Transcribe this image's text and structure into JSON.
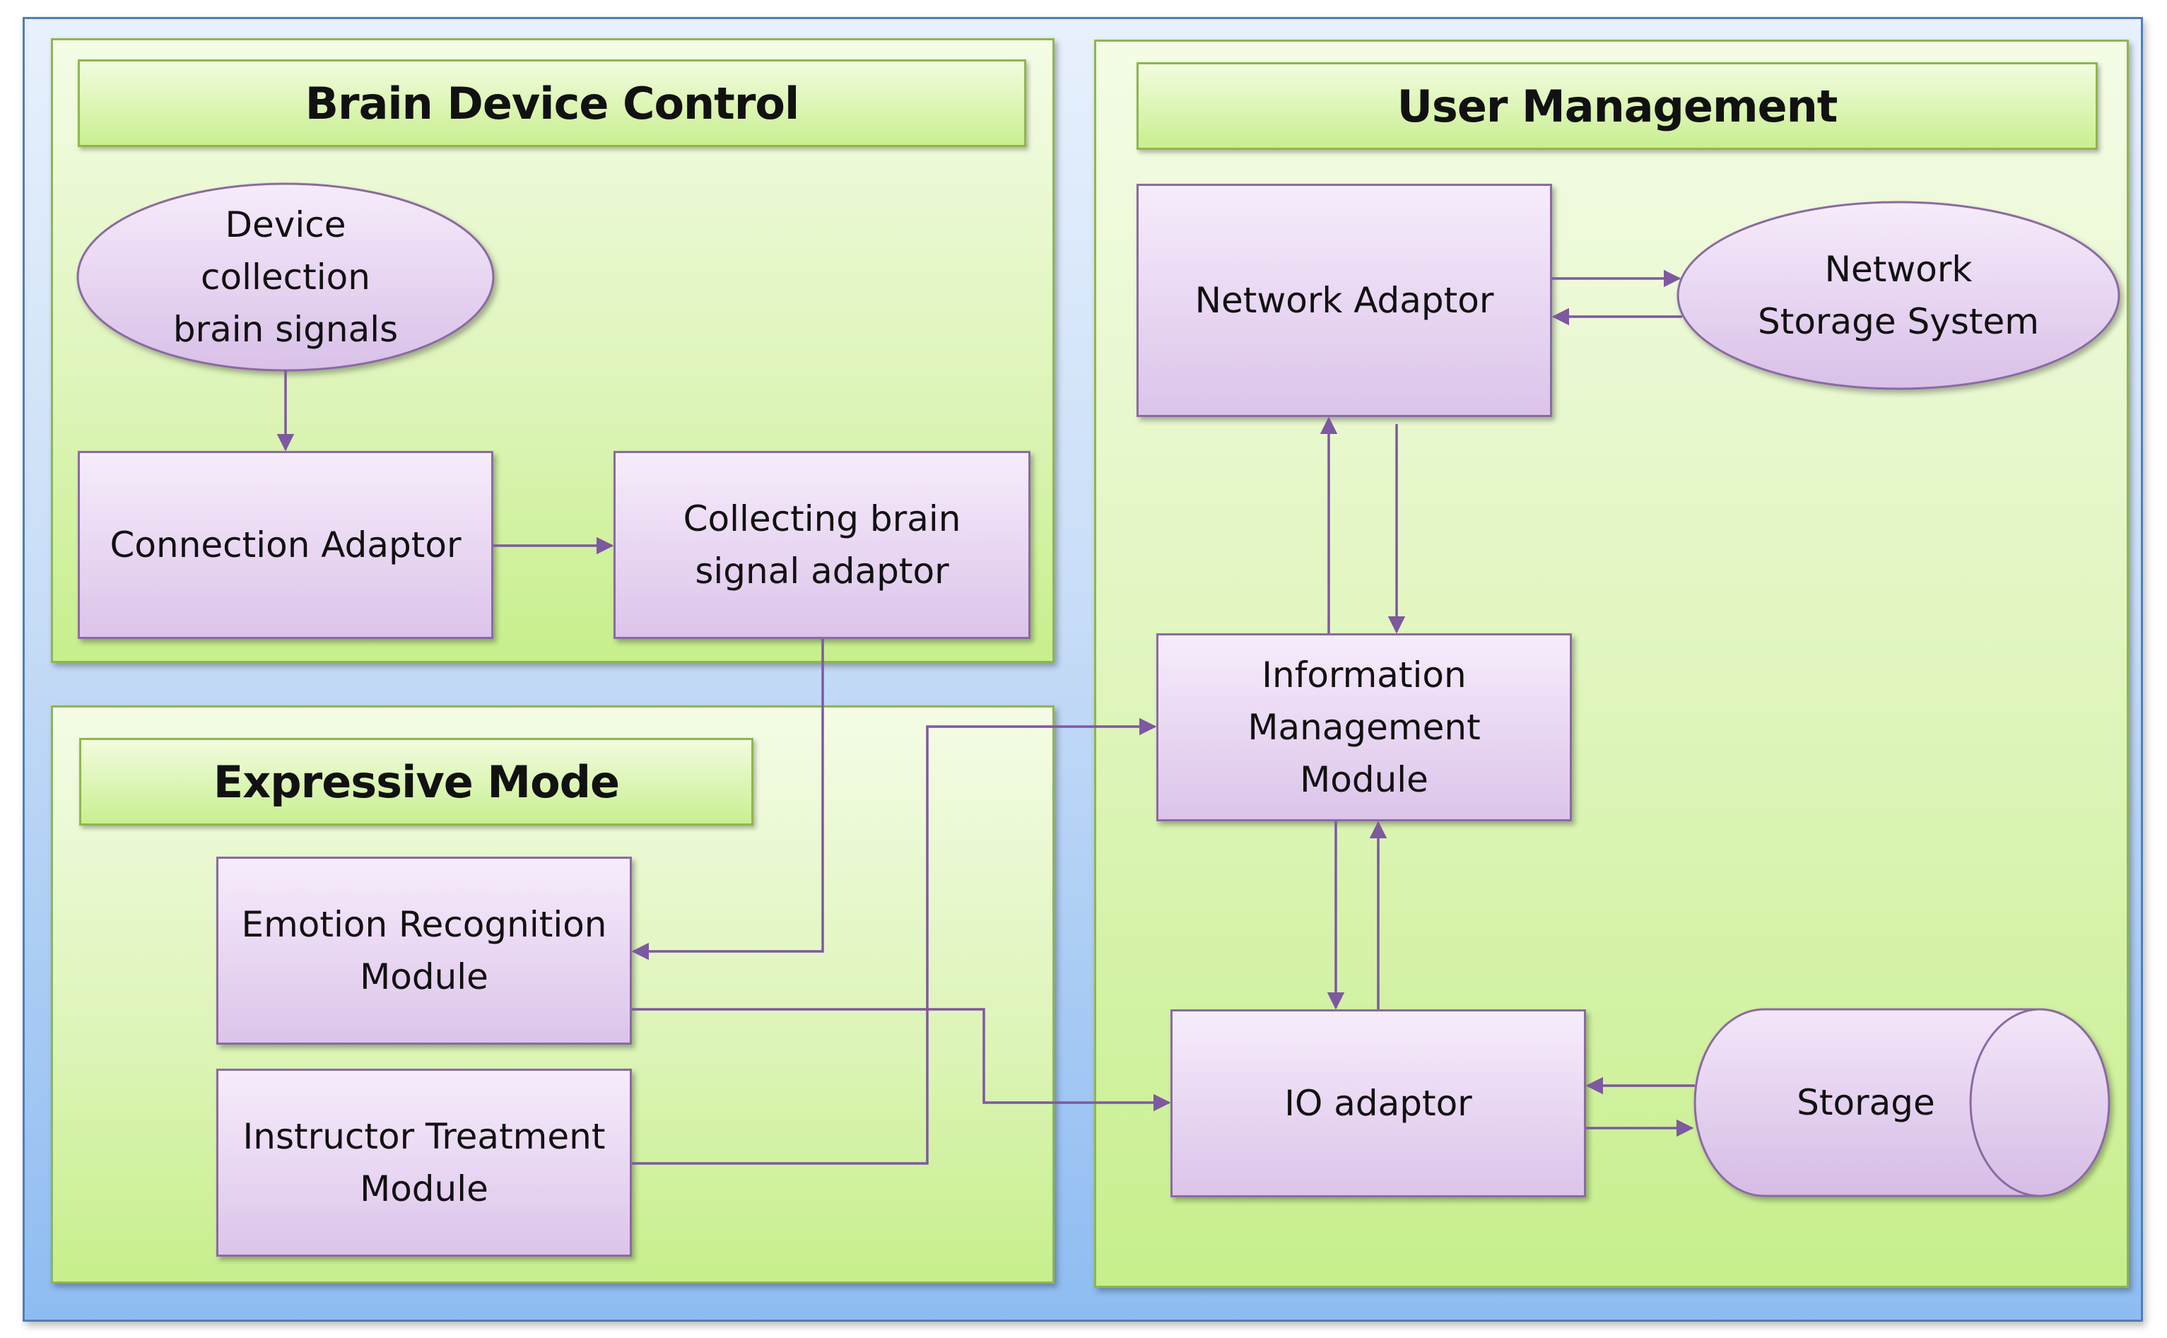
{
  "panels": {
    "brain_device_control": {
      "title": "Brain Device Control"
    },
    "expressive_mode": {
      "title": "Expressive Mode"
    },
    "user_management": {
      "title": "User Management"
    }
  },
  "nodes": {
    "device_collection": "Device\ncollection\nbrain signals",
    "connection_adaptor": "Connection Adaptor",
    "collecting_adaptor": "Collecting brain\nsignal adaptor",
    "emotion_recognition": "Emotion Recognition\nModule",
    "instructor_treatment": "Instructor Treatment\nModule",
    "network_adaptor": "Network Adaptor",
    "network_storage": "Network\nStorage System",
    "information_management": "Information\nManagement\nModule",
    "io_adaptor": "IO adaptor",
    "storage": "Storage"
  },
  "colors": {
    "panel_border": "#8fb64e",
    "node_border": "#8b6aa3",
    "arrow": "#7e58a0",
    "background_border": "#4f7fb8"
  }
}
